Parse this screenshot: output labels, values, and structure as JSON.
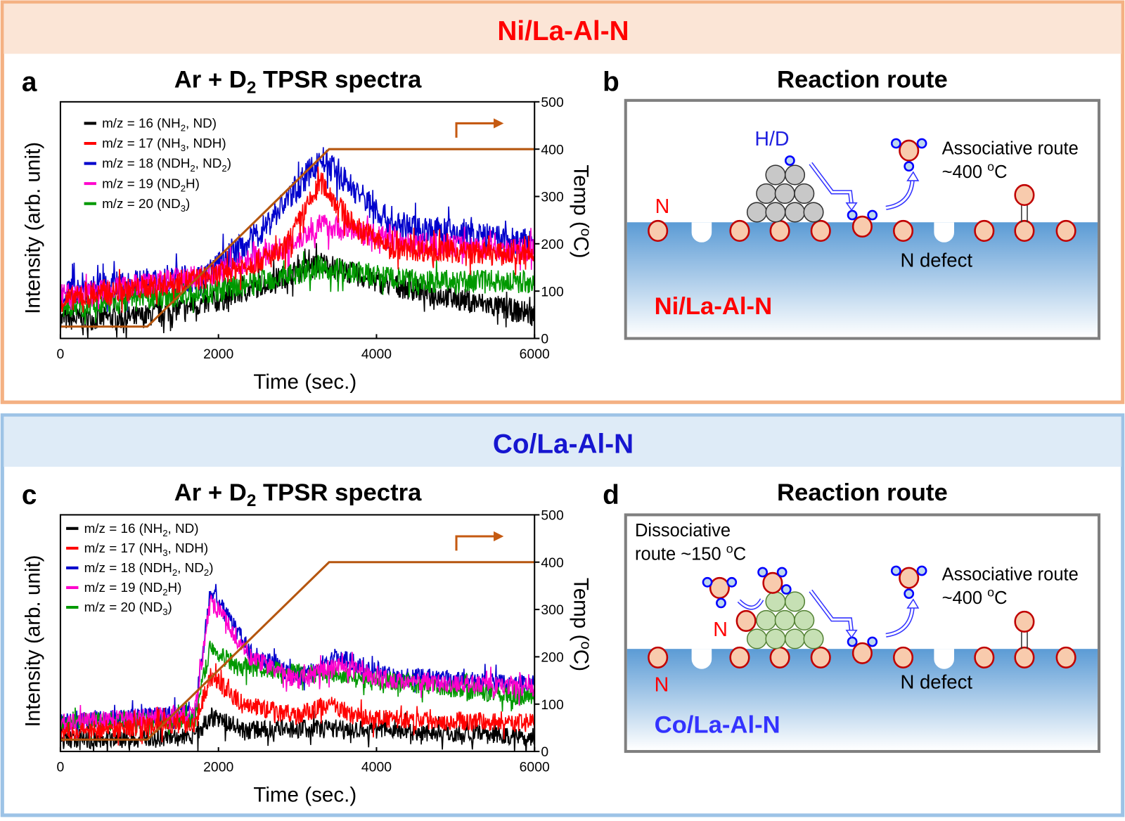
{
  "panels": [
    {
      "header": "Ni/La-Al-N",
      "header_color": "#ff0000",
      "band": "#fbe5d6",
      "border": "#f4b183",
      "chart_label": "a",
      "diagram_label": "b",
      "diagram": {
        "title": "Reaction route",
        "metal_color": "#c8c8c8",
        "metal_stroke": "#333333",
        "texts": {
          "n": "N",
          "hd": "H/D",
          "assoc": "Associative route",
          "assoc_temp": "~400 ",
          "sup": "o",
          "unit": "C",
          "defect": "N defect",
          "catalyst": "Ni/La-Al-N"
        },
        "catalyst_color": "#ff0000"
      }
    },
    {
      "header": "Co/La-Al-N",
      "header_color": "#1616d0",
      "band": "#deebf7",
      "border": "#9dc3e6",
      "chart_label": "c",
      "diagram_label": "d",
      "diagram": {
        "title": "Reaction route",
        "metal_color": "#c6e0b4",
        "metal_stroke": "#548235",
        "texts": {
          "diss1": "Dissociative",
          "diss2": "route ~150 ",
          "sup": "o",
          "unit": "C",
          "n": "N",
          "n2": "N",
          "assoc": "Associative route",
          "assoc_temp": "~400 ",
          "defect": "N defect",
          "catalyst": "Co/La-Al-N"
        },
        "catalyst_color": "#3333ff"
      }
    }
  ],
  "chart_data": [
    {
      "type": "line",
      "title": "Ar + D",
      "title_sub": "2",
      "title_rest": " TPSR spectra",
      "xlabel": "Time (sec.)",
      "ylabel": "Intensity (arb. unit)",
      "y2label": "Temp (",
      "y2label_sup": "o",
      "y2label_rest": "C)",
      "xlim": [
        0,
        6000
      ],
      "xticks": [
        "0",
        "2000",
        "4000",
        "6000"
      ],
      "ylim": [
        0,
        100
      ],
      "y2lim": [
        0,
        500
      ],
      "y2ticks": [
        "0",
        "100",
        "200",
        "300",
        "400",
        "500"
      ],
      "legend_position": "top-left",
      "grid": false,
      "series": [
        {
          "name": "m/z = 16 (NH|2|, ND)",
          "color": "#000000",
          "noise": 5,
          "points": [
            [
              0,
              8
            ],
            [
              1000,
              9
            ],
            [
              2000,
              16
            ],
            [
              3300,
              32
            ],
            [
              4000,
              24
            ],
            [
              6000,
              10
            ]
          ]
        },
        {
          "name": "m/z = 17 (NH|3|, NDH)",
          "color": "#ff0000",
          "noise": 5,
          "points": [
            [
              0,
              16
            ],
            [
              1900,
              26
            ],
            [
              2800,
              36
            ],
            [
              3300,
              66
            ],
            [
              3700,
              48
            ],
            [
              4200,
              38
            ],
            [
              6000,
              35
            ]
          ]
        },
        {
          "name": "m/z = 18 (NDH|2|, ND|2|)",
          "color": "#0000cc",
          "noise": 6,
          "points": [
            [
              0,
              20
            ],
            [
              1800,
              26
            ],
            [
              2500,
              44
            ],
            [
              3300,
              76
            ],
            [
              4200,
              48
            ],
            [
              6000,
              40
            ]
          ]
        },
        {
          "name": "m/z = 19 (ND|2|H)",
          "color": "#ff00cc",
          "noise": 5,
          "points": [
            [
              0,
              18
            ],
            [
              1900,
              27
            ],
            [
              2800,
              38
            ],
            [
              3300,
              48
            ],
            [
              4500,
              40
            ],
            [
              6000,
              37
            ]
          ]
        },
        {
          "name": "m/z = 20 (ND|3|)",
          "color": "#009900",
          "noise": 5,
          "points": [
            [
              0,
              13
            ],
            [
              2000,
              20
            ],
            [
              3300,
              30
            ],
            [
              4500,
              24
            ],
            [
              6000,
              24
            ]
          ]
        }
      ],
      "temperature": {
        "color": "#b5560f",
        "points": [
          [
            0,
            25
          ],
          [
            1100,
            25
          ],
          [
            3400,
            400
          ],
          [
            6000,
            400
          ]
        ]
      }
    },
    {
      "type": "line",
      "title": "Ar + D",
      "title_sub": "2",
      "title_rest": " TPSR spectra",
      "xlabel": "Time (sec.)",
      "ylabel": "Intensity (arb. unit)",
      "y2label": "Temp (",
      "y2label_sup": "o",
      "y2label_rest": "C)",
      "xlim": [
        0,
        6000
      ],
      "xticks": [
        "0",
        "2000",
        "4000",
        "6000"
      ],
      "ylim": [
        0,
        100
      ],
      "y2lim": [
        0,
        500
      ],
      "y2ticks": [
        "0",
        "100",
        "200",
        "300",
        "400",
        "500"
      ],
      "legend_position": "top-left",
      "grid": false,
      "series": [
        {
          "name": "m/z = 16 (NH|2|, ND)",
          "color": "#000000",
          "noise": 4,
          "points": [
            [
              0,
              5
            ],
            [
              1700,
              6
            ],
            [
              1900,
              15
            ],
            [
              2300,
              9
            ],
            [
              3500,
              10
            ],
            [
              6000,
              6
            ]
          ]
        },
        {
          "name": "m/z = 17 (NH|3|, NDH)",
          "color": "#ff0000",
          "noise": 4,
          "points": [
            [
              0,
              8
            ],
            [
              1700,
              12
            ],
            [
              1900,
              32
            ],
            [
              2300,
              20
            ],
            [
              3000,
              15
            ],
            [
              3400,
              20
            ],
            [
              3800,
              14
            ],
            [
              6000,
              12
            ]
          ]
        },
        {
          "name": "m/z = 18 (NDH|2|, ND|2|)",
          "color": "#0000cc",
          "noise": 4,
          "points": [
            [
              0,
              12
            ],
            [
              1700,
              16
            ],
            [
              1900,
              68
            ],
            [
              2400,
              42
            ],
            [
              3000,
              31
            ],
            [
              3500,
              40
            ],
            [
              4200,
              32
            ],
            [
              6000,
              28
            ]
          ]
        },
        {
          "name": "m/z = 19 (ND|2|H)",
          "color": "#ff00cc",
          "noise": 4,
          "points": [
            [
              0,
              12
            ],
            [
              1700,
              16
            ],
            [
              1900,
              64
            ],
            [
              2400,
              40
            ],
            [
              3000,
              30
            ],
            [
              3500,
              36
            ],
            [
              4200,
              30
            ],
            [
              6000,
              27
            ]
          ]
        },
        {
          "name": "m/z = 20 (ND|3|)",
          "color": "#009900",
          "noise": 4,
          "points": [
            [
              0,
              12
            ],
            [
              1700,
              14
            ],
            [
              1900,
              45
            ],
            [
              2200,
              36
            ],
            [
              3500,
              32
            ],
            [
              6000,
              23
            ]
          ]
        }
      ],
      "temperature": {
        "color": "#b5560f",
        "points": [
          [
            0,
            25
          ],
          [
            1100,
            25
          ],
          [
            3400,
            400
          ],
          [
            6000,
            400
          ]
        ]
      }
    }
  ]
}
